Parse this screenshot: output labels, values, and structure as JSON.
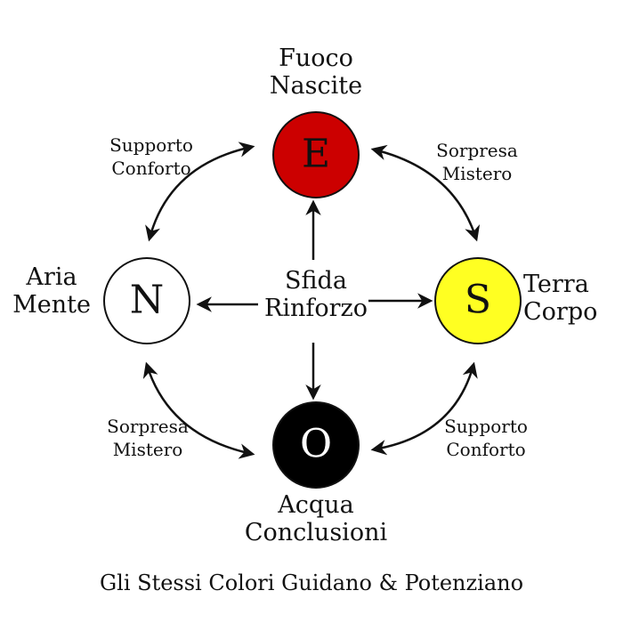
{
  "nodes": {
    "top": {
      "glyph": "E",
      "line1": "Fuoco",
      "line2": "Nascite",
      "fill": "#cc0000",
      "glyph_color": "#111111"
    },
    "right": {
      "glyph": "S",
      "line1": "Terra",
      "line2": "Corpo",
      "fill": "#ffff22",
      "glyph_color": "#111111"
    },
    "bottom": {
      "glyph": "O",
      "line1": "Acqua",
      "line2": "Conclusioni",
      "fill": "#000000",
      "glyph_color": "#ffffff"
    },
    "left": {
      "glyph": "N",
      "line1": "Aria",
      "line2": "Mente",
      "fill": "#ffffff",
      "glyph_color": "#111111"
    }
  },
  "center": {
    "line1": "Sfida",
    "line2": "Rinforzo"
  },
  "edges": {
    "top_left": {
      "line1": "Supporto",
      "line2": "Conforto"
    },
    "top_right": {
      "line1": "Sorpresa",
      "line2": "Mistero"
    },
    "bottom_left": {
      "line1": "Sorpresa",
      "line2": "Mistero"
    },
    "bottom_right": {
      "line1": "Supporto",
      "line2": "Conforto"
    }
  },
  "footer": "Gli Stessi Colori Guidano & Potenziano"
}
